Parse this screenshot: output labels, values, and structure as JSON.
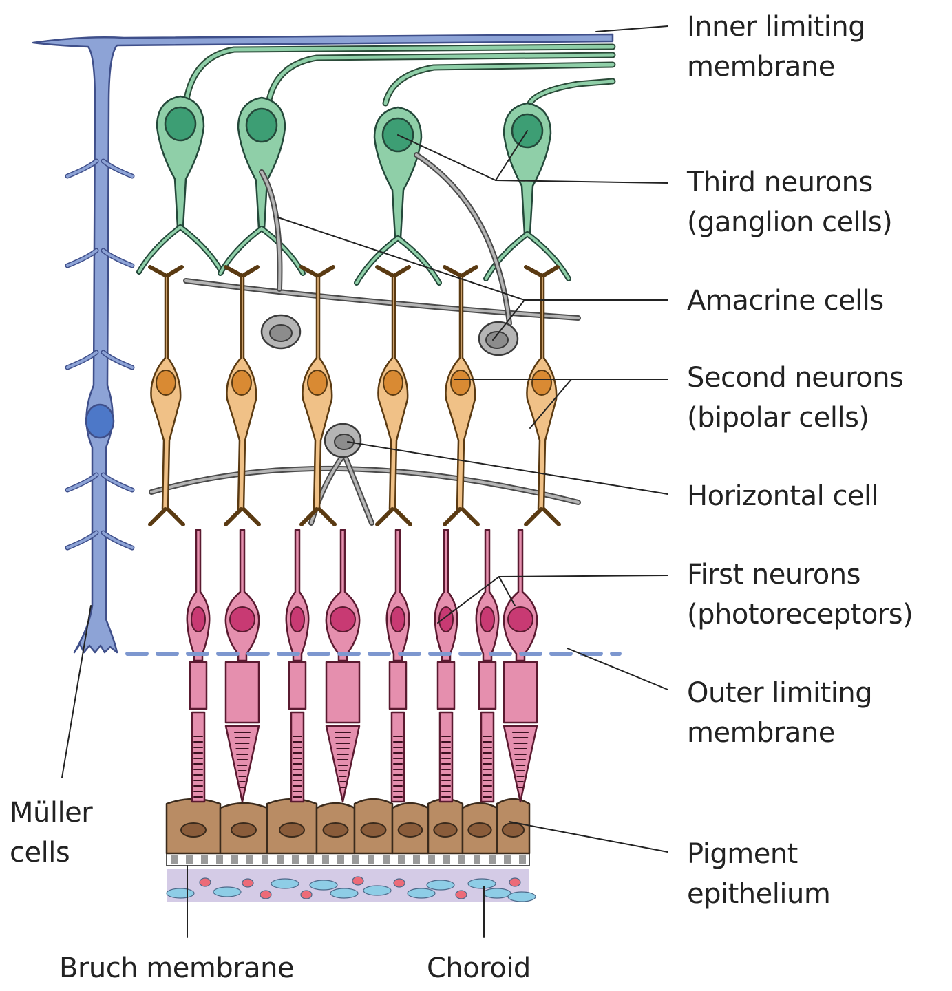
{
  "colors": {
    "muller": "#8da3d6",
    "muller_dark": "#3f4f8a",
    "ganglion": "#8fcfa8",
    "ganglion_nucleus": "#3d9e74",
    "bipolar": "#f0c187",
    "bipolar_nucleus": "#d98a33",
    "amacrine": "#b5b5b5",
    "amacrine_nucleus": "#8c8c8c",
    "photoreceptor": "#e58fae",
    "photoreceptor_nucleus": "#c83a73",
    "pigment": "#b98c64",
    "pigment_nucleus": "#8a5c3a",
    "choroid_bg": "#d4cbe6",
    "choroid_blue": "#8ecde6",
    "choroid_red": "#ec6b78",
    "limiting_dash": "#7d97cf",
    "leader": "#222222"
  },
  "labels": {
    "inner_limiting": [
      "Inner limiting",
      "membrane"
    ],
    "third_neurons": [
      "Third neurons",
      "(ganglion cells)"
    ],
    "amacrine": [
      "Amacrine cells"
    ],
    "second_neurons": [
      "Second neurons",
      "(bipolar cells)"
    ],
    "horizontal": [
      "Horizontal cell"
    ],
    "first_neurons": [
      "First neurons",
      "(photoreceptors)"
    ],
    "outer_limiting": [
      "Outer limiting",
      "membrane"
    ],
    "pigment": [
      "Pigment",
      "epithelium"
    ],
    "muller": [
      "Müller",
      "cells"
    ],
    "bruch": [
      "Bruch membrane"
    ],
    "choroid": [
      "Choroid"
    ]
  }
}
